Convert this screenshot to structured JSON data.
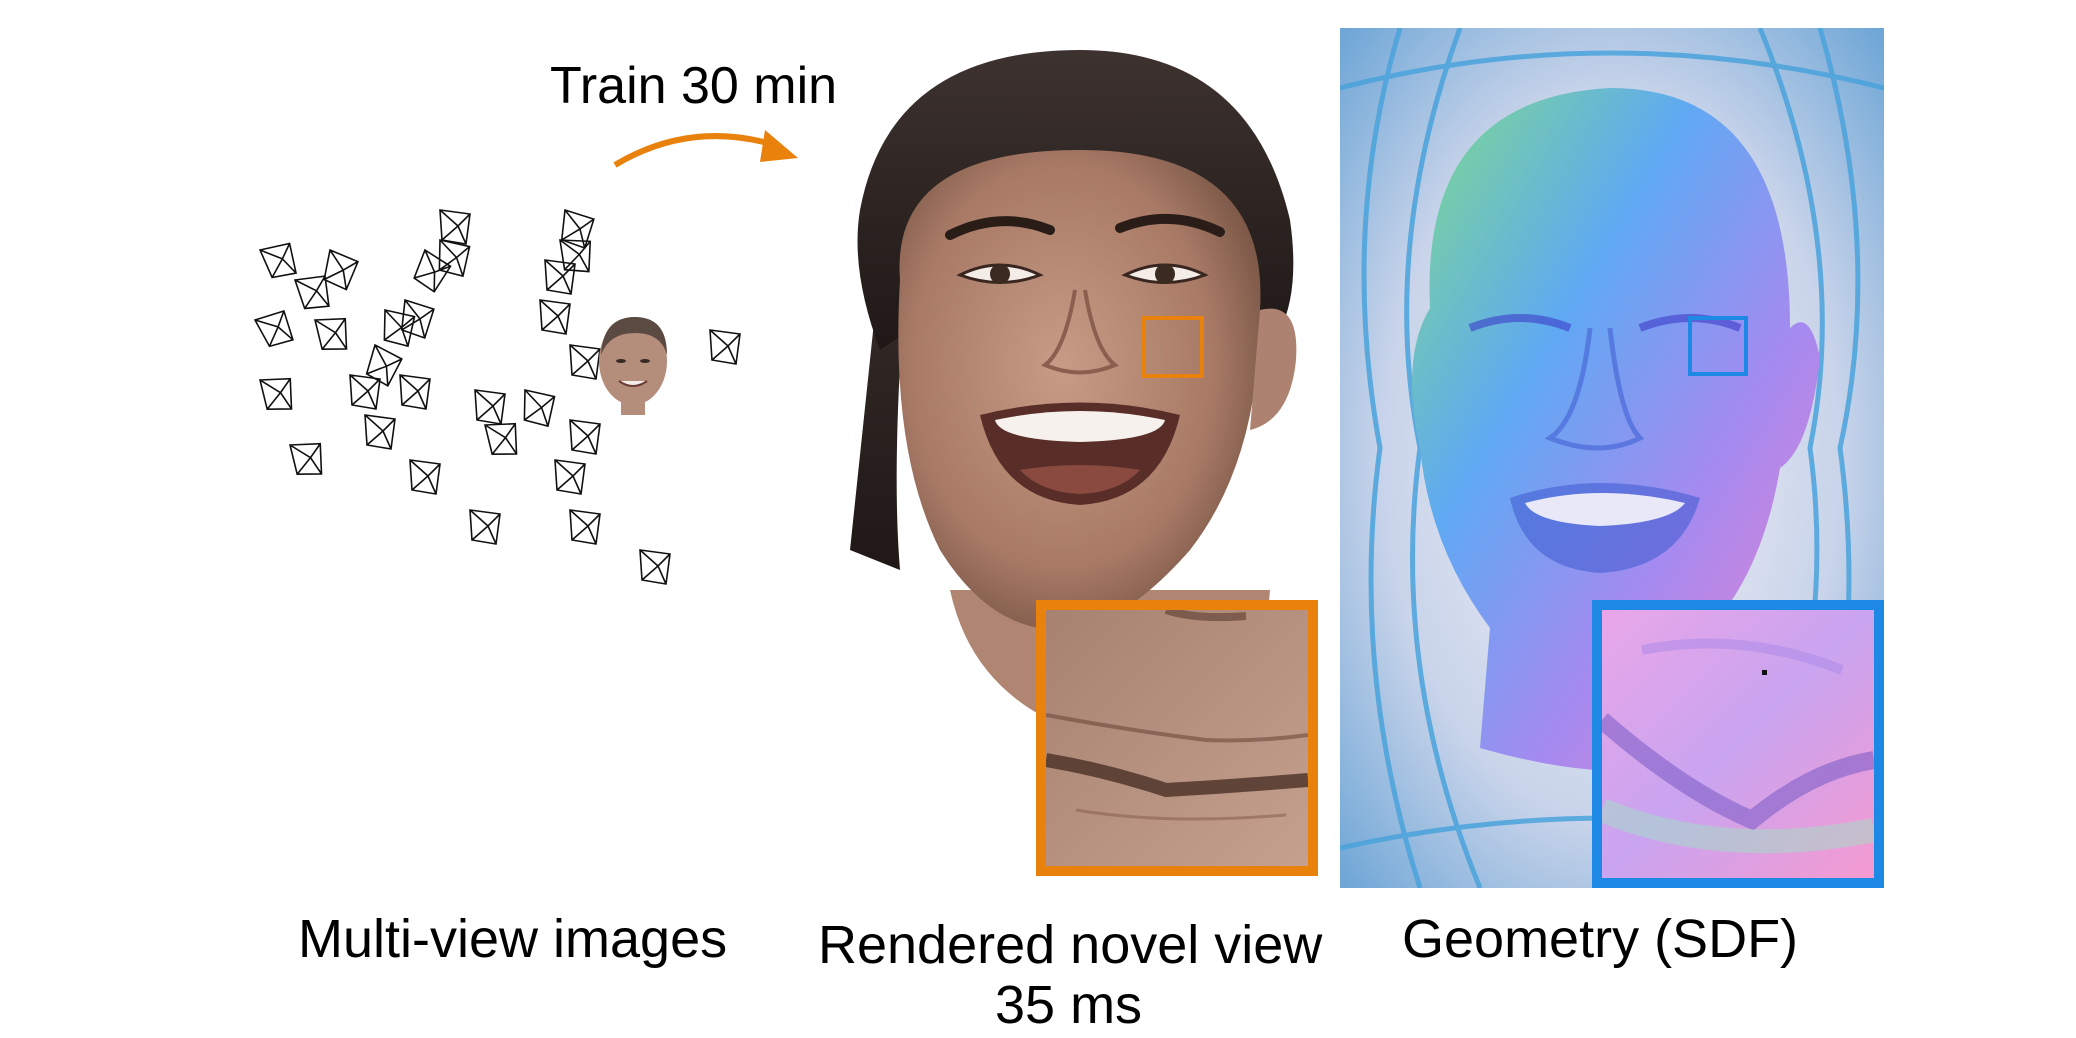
{
  "labels": {
    "train_time": "Train 30 min",
    "multiview": "Multi-view images",
    "rendered_line1": "Rendered novel view",
    "rendered_line2": "35 ms",
    "geometry": "Geometry (SDF)"
  },
  "colors": {
    "orange": "#E8820C",
    "blue": "#1E88E5",
    "camera_stroke": "#111111"
  },
  "icons": {
    "cameras": "camera-frustum-icon",
    "arrow": "curved-arrow-icon",
    "face_photo": "rendered-face-image",
    "face_normals": "normal-map-face-image"
  }
}
